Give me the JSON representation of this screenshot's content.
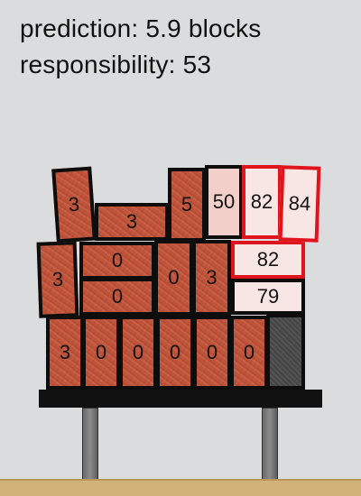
{
  "status": {
    "prediction": "prediction: 5.9 blocks",
    "responsibility": "responsibility: 53"
  },
  "blocks": {
    "bottom_row": [
      "3",
      "0",
      "0",
      "0",
      "0",
      "0"
    ],
    "middle_row": [
      "3",
      "0",
      "0",
      "0",
      "3",
      "82",
      "79"
    ],
    "top_row": [
      "3",
      "3",
      "5",
      "50",
      "82",
      "84"
    ]
  },
  "colors": {
    "brick": "#c2543a",
    "highlight_outline": "#e0141c",
    "background": "#dadcdd"
  }
}
